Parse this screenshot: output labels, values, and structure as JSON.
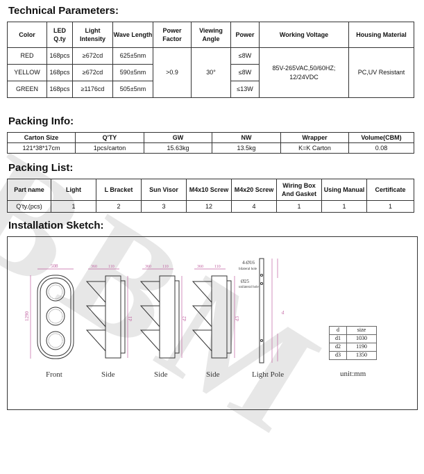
{
  "tech": {
    "title": "Technical Parameters:",
    "headers": [
      "Color",
      "LED Q.ty",
      "Light Intensity",
      "Wave Length",
      "Power Factor",
      "Viewing Angle",
      "Power",
      "Working Voltage",
      "Housing Material"
    ],
    "rows": [
      {
        "color": "RED",
        "qty": "168pcs",
        "intensity": "≥672cd",
        "wave": "625±5nm",
        "power": "≤8W"
      },
      {
        "color": "YELLOW",
        "qty": "168pcs",
        "intensity": "≥672cd",
        "wave": "590±5nm",
        "power": "≤8W"
      },
      {
        "color": "GREEN",
        "qty": "168pcs",
        "intensity": "≥1176cd",
        "wave": "505±5nm",
        "power": "≤13W"
      }
    ],
    "power_factor": ">0.9",
    "viewing_angle": "30°",
    "voltage": "85V-265VAC,50/60HZ; 12/24VDC",
    "housing": "PC,UV Resistant"
  },
  "packing_info": {
    "title": "Packing Info:",
    "headers": [
      "Carton Size",
      "Q'TY",
      "GW",
      "NW",
      "Wrapper",
      "Volume(CBM)"
    ],
    "values": [
      "121*38*17cm",
      "1pcs/carton",
      "15.63kg",
      "13.5kg",
      "K=K Carton",
      "0.08"
    ]
  },
  "packing_list": {
    "title": "Packing List:",
    "headers": [
      "Part name",
      "Light",
      "L Bracket",
      "Sun Visor",
      "M4x10 Screw",
      "M4x20 Screw",
      "Wiring Box And Gasket",
      "Using Manual",
      "Certificate"
    ],
    "values": [
      "Q'ty.(pcs)",
      "1",
      "2",
      "3",
      "12",
      "4",
      "1",
      "1",
      "1"
    ]
  },
  "sketch": {
    "title": "Installation Sketch:",
    "captions": [
      "Front",
      "Side",
      "Side",
      "Side",
      "Light Pole"
    ],
    "unit": "unit:mm",
    "dims": {
      "front_w": "508",
      "front_h": "1290",
      "side_a": "360",
      "side_b": "110",
      "pole_hole1": "4-Ø16",
      "pole_hole1_sub": "bilateral hole",
      "pole_hole2": "Ø25",
      "pole_hole2_sub": "unilateral hole",
      "d_label": "d",
      "d1": "d1",
      "d2": "d2",
      "d3": "d3"
    },
    "size_table": {
      "header": [
        "d",
        "size"
      ],
      "rows": [
        [
          "d1",
          "1030"
        ],
        [
          "d2",
          "1190"
        ],
        [
          "d3",
          "1350"
        ]
      ]
    }
  },
  "watermark": "BBM"
}
